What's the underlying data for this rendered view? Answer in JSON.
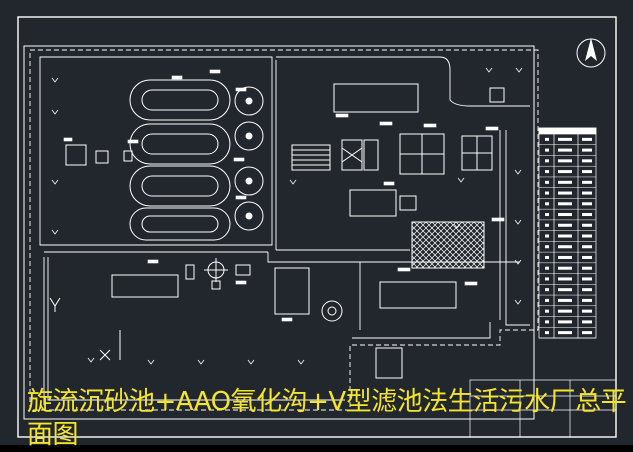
{
  "caption": "旋流沉砂池+AAO氧化沟+V型滤池法生活污水厂总平面图",
  "colors": {
    "background": "#22272e",
    "linework": "#ffffff",
    "caption": "#f4e42a",
    "hatch": "#ffffff"
  },
  "north_arrow": {
    "icon": "north-arrow-icon"
  },
  "legend_table": {
    "rows": 19,
    "columns": 3
  }
}
